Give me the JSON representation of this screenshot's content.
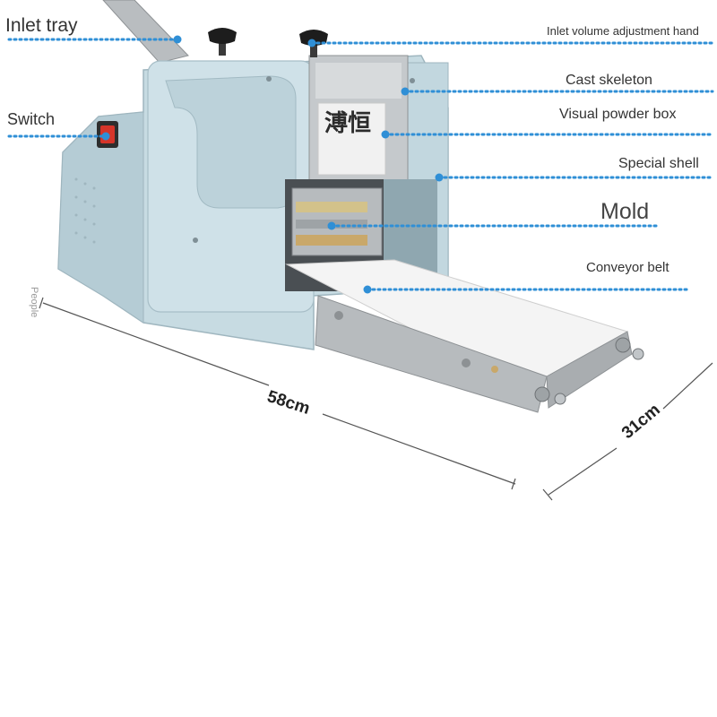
{
  "labels": {
    "inlet_tray": "Inlet tray",
    "inlet_volume": "Inlet volume adjustment hand",
    "cast_skeleton": "Cast skeleton",
    "switch": "Switch",
    "visual_powder_box": "Visual powder box",
    "special_shell": "Special shell",
    "mold": "Mold",
    "conveyor_belt": "Conveyor belt",
    "side_note": "People"
  },
  "brand_mark": "溥恒",
  "dimensions": {
    "length": "58cm",
    "width": "31cm"
  },
  "colors": {
    "shell": "#c7dbe2",
    "shell_dark": "#a9c1ca",
    "steel": "#bfc3c6",
    "belt": "#f4f4f4",
    "leader_dots": "#2f8fd6",
    "switch_red": "#d6352a"
  }
}
